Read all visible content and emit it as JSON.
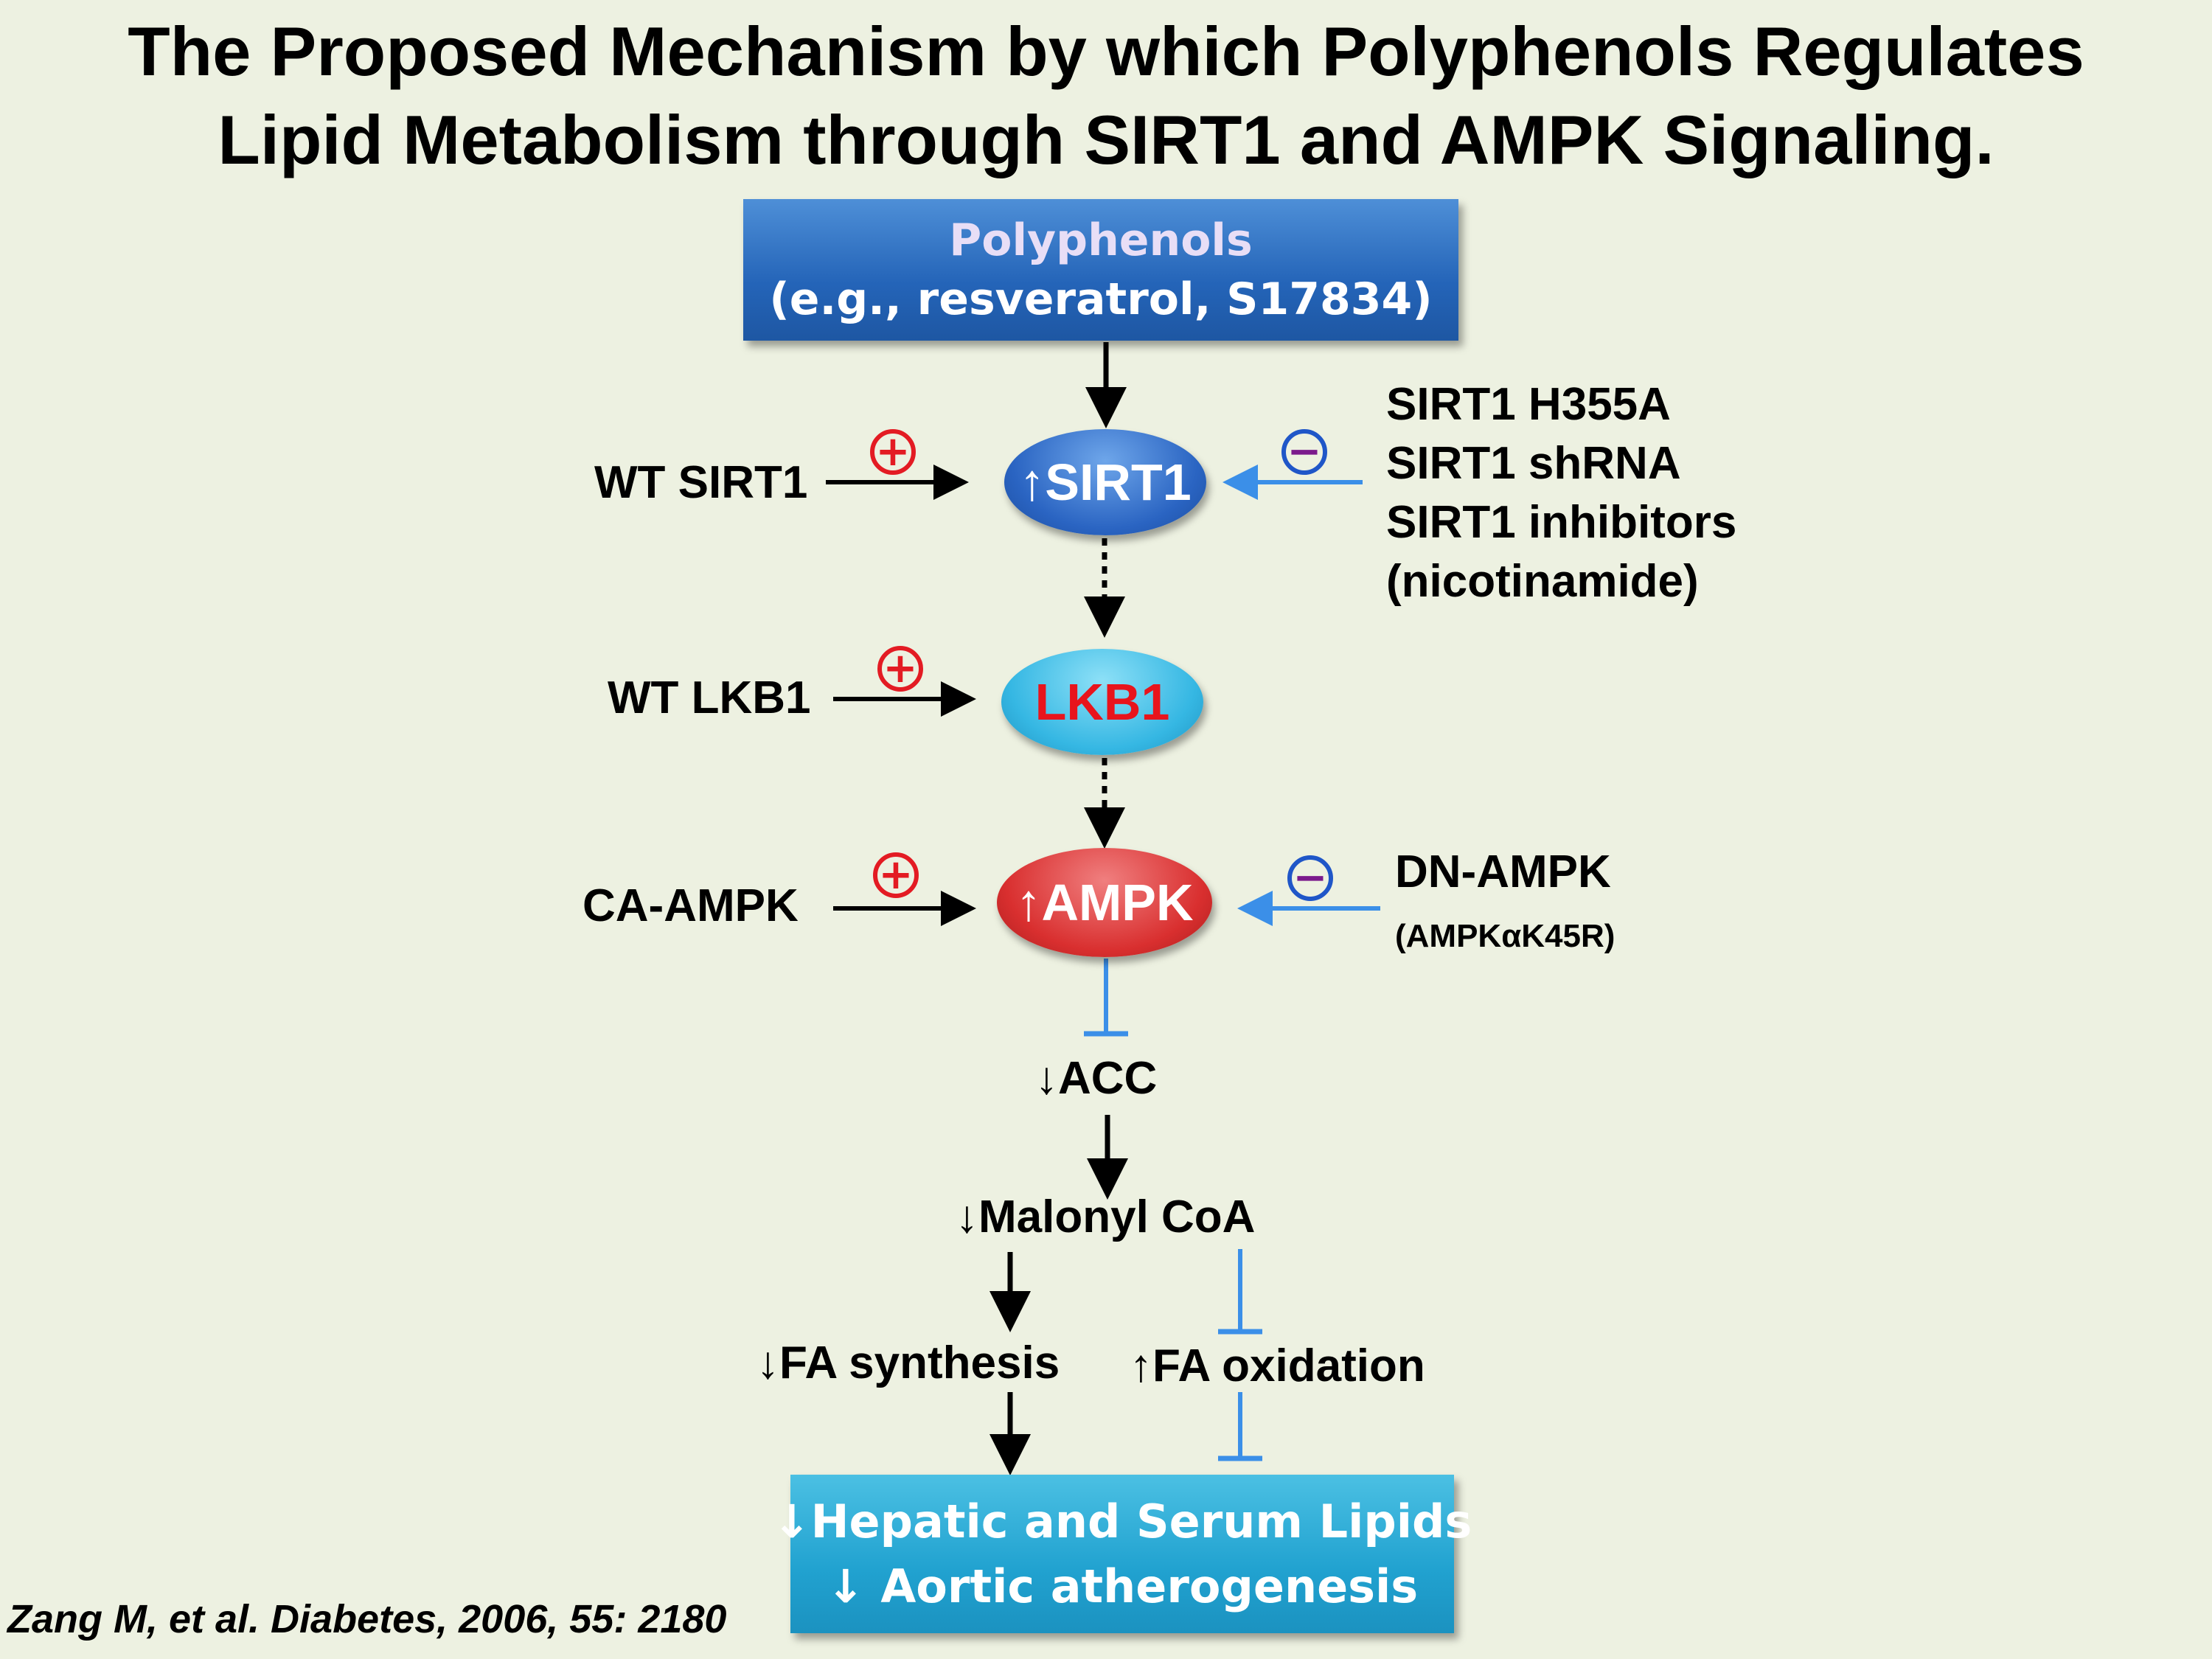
{
  "title": {
    "line1": "The Proposed Mechanism by which Polyphenols Regulates",
    "line2": "Lipid Metabolism through SIRT1 and AMPK Signaling."
  },
  "polyphenols_box": {
    "line1": "Polyphenols",
    "line2": "(e.g., resveratrol, S17834)"
  },
  "nodes": {
    "sirt1": "↑SIRT1",
    "lkb1": "LKB1",
    "ampk": "↑AMPK"
  },
  "activators": {
    "wt_sirt1": "WT SIRT1",
    "wt_lkb1": "WT LKB1",
    "ca_ampk": "CA-AMPK"
  },
  "sirt1_inhibitors": [
    "SIRT1 H355A",
    "SIRT1 shRNA",
    "SIRT1 inhibitors",
    "(nicotinamide)"
  ],
  "ampk_inhibitor": {
    "name": "DN-AMPK",
    "detail": "(AMPKαK45R)"
  },
  "signs": {
    "plus": "+",
    "minus": "−"
  },
  "downstream": {
    "acc": "↓ACC",
    "malonyl": "↓Malonyl CoA",
    "fa_synthesis": "↓FA synthesis",
    "fa_oxidation": "↑FA oxidation"
  },
  "outcome_box": {
    "line1": "↓Hepatic and Serum Lipids",
    "line2": "↓ Aortic atherogenesis"
  },
  "citation": "Zang M, et al.  Diabetes, 2006, 55: 2180",
  "colors": {
    "background": "#edf1e1",
    "activation_arrow": "#000000",
    "inhibition_line": "#3b8fe8",
    "plus_sign": "#e31b23",
    "minus_ring": "#1f56c8"
  }
}
